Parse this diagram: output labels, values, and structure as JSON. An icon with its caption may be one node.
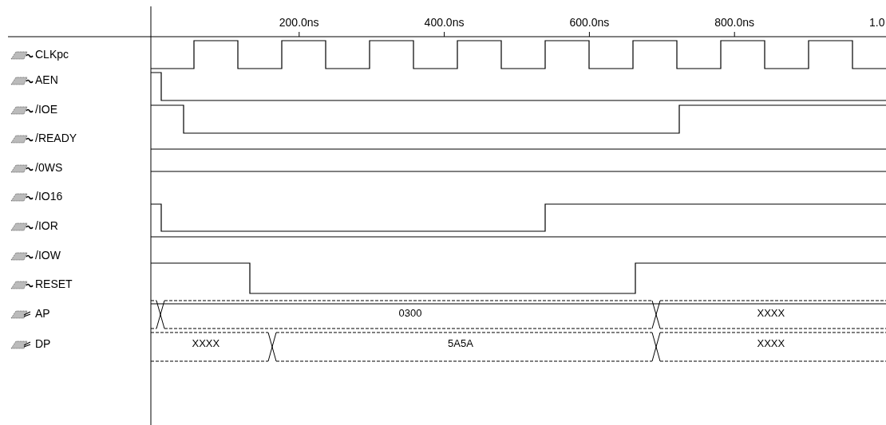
{
  "diagram": {
    "labels": [
      "200.0ns",
      "400.0ns",
      "600.0ns",
      "800.0ns",
      "1.0",
      "CLKpc",
      "AEN",
      "/IOE",
      "/READY",
      "/0WS",
      "/IO16",
      "/IOR",
      "/IOW",
      "RESET",
      "AP",
      "0300",
      "XXXX",
      "DP",
      "XXXX",
      "5A5A",
      "XXXX"
    ]
  }
}
